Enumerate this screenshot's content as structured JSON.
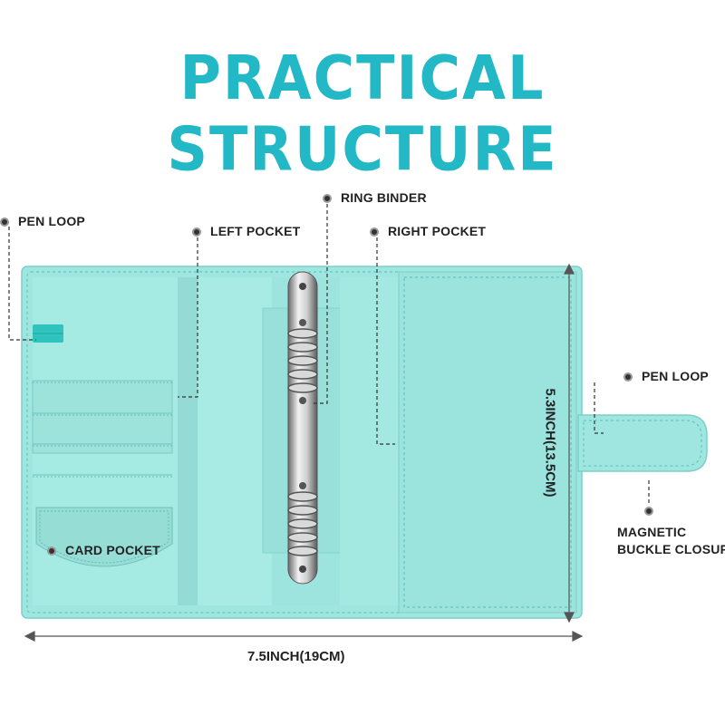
{
  "title": "PRACTICAL STRUCTURE",
  "labels": {
    "pen_loop_left": "PEN LOOP",
    "left_pocket": "LEFT POCKET",
    "ring_binder": "RING BINDER",
    "right_pocket": "RIGHT POCKET",
    "pen_loop_right": "PEN LOOP",
    "magnetic_line1": "MAGNETIC",
    "magnetic_line2": "BUCKLE CLOSURE",
    "card_pocket": "CARD POCKET"
  },
  "dimensions": {
    "width": "7.5INCH(19CM)",
    "height": "5.3INCH(13.5CM)"
  },
  "colors": {
    "title": "#22b8c6",
    "binder": "#9fe6e0",
    "binder_shade": "#86d8d2",
    "stitch": "#5fbdb6",
    "label": "#222222"
  }
}
